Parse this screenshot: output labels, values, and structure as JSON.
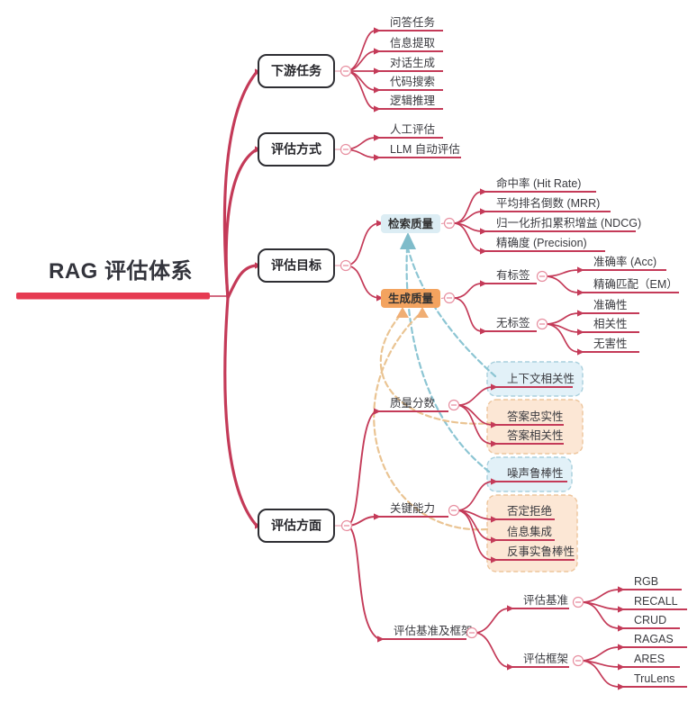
{
  "colors": {
    "branch": "#c43a58",
    "root_bar": "#e63b52",
    "teal_link": "#8cc5d3",
    "teal_arrow": "#7fbcca",
    "orange_link": "#eac493",
    "orange_arrow": "#f0ae74",
    "box_blue_fill": "#dcedf4",
    "box_orange_fill": "#f3a35f",
    "blue_group_fill": "#e2f1f8",
    "blue_group_stroke": "#a9d0dd",
    "orange_group_fill": "#fce7d5",
    "orange_group_stroke": "#edc59c",
    "badge_stroke": "#e78fa0",
    "dark_box_border": "#2e2e33"
  },
  "tree": {
    "label": "RAG 评估体系",
    "children": [
      {
        "id": "downstream-tasks",
        "label": "下游任务",
        "children": [
          {
            "id": "qa-task",
            "label": "问答任务"
          },
          {
            "id": "info-extraction",
            "label": "信息提取"
          },
          {
            "id": "dialog-generation",
            "label": "对话生成"
          },
          {
            "id": "code-search",
            "label": "代码搜索"
          },
          {
            "id": "logical-reasoning",
            "label": "逻辑推理"
          }
        ]
      },
      {
        "id": "eval-methods",
        "label": "评估方式",
        "children": [
          {
            "id": "human-eval",
            "label": "人工评估"
          },
          {
            "id": "llm-auto-eval",
            "label": "LLM 自动评估"
          }
        ]
      },
      {
        "id": "eval-targets",
        "label": "评估目标",
        "children": [
          {
            "id": "retrieval-quality",
            "label": "检索质量",
            "children": [
              {
                "id": "hit-rate",
                "label": "命中率 (Hit Rate)"
              },
              {
                "id": "mrr",
                "label": "平均排名倒数 (MRR)"
              },
              {
                "id": "ndcg",
                "label": "归一化折扣累积增益 (NDCG)"
              },
              {
                "id": "precision",
                "label": "精确度 (Precision)"
              }
            ]
          },
          {
            "id": "generation-quality",
            "label": "生成质量",
            "children": [
              {
                "id": "labeled",
                "label": "有标签",
                "children": [
                  {
                    "id": "acc",
                    "label": "准确率 (Acc)"
                  },
                  {
                    "id": "em",
                    "label": "精确匹配（EM）"
                  }
                ]
              },
              {
                "id": "unlabeled",
                "label": "无标签",
                "children": [
                  {
                    "id": "accuracy",
                    "label": "准确性"
                  },
                  {
                    "id": "relevance",
                    "label": "相关性"
                  },
                  {
                    "id": "harmlessness",
                    "label": "无害性"
                  }
                ]
              }
            ]
          }
        ]
      },
      {
        "id": "eval-aspects",
        "label": "评估方面",
        "children": [
          {
            "id": "quality-scores",
            "label": "质量分数",
            "children": [
              {
                "id": "context-relevance",
                "label": "上下文相关性"
              },
              {
                "id": "answer-faithfulness",
                "label": "答案忠实性"
              },
              {
                "id": "answer-relevance",
                "label": "答案相关性"
              }
            ]
          },
          {
            "id": "key-abilities",
            "label": "关键能力",
            "children": [
              {
                "id": "noise-robustness",
                "label": "噪声鲁棒性"
              },
              {
                "id": "negative-rejection",
                "label": "否定拒绝"
              },
              {
                "id": "info-integration",
                "label": "信息集成"
              },
              {
                "id": "counterfactual-robustness",
                "label": "反事实鲁棒性"
              }
            ]
          },
          {
            "id": "benchmarks-frameworks",
            "label": "评估基准及框架",
            "children": [
              {
                "id": "eval-benchmarks",
                "label": "评估基准",
                "children": [
                  {
                    "id": "rgb",
                    "label": "RGB"
                  },
                  {
                    "id": "recall",
                    "label": "RECALL"
                  },
                  {
                    "id": "crud",
                    "label": "CRUD"
                  }
                ]
              },
              {
                "id": "eval-frameworks",
                "label": "评估框架",
                "children": [
                  {
                    "id": "ragas",
                    "label": "RAGAS"
                  },
                  {
                    "id": "ares",
                    "label": "ARES"
                  },
                  {
                    "id": "trulens",
                    "label": "TruLens"
                  }
                ]
              }
            ]
          }
        ]
      }
    ]
  },
  "cross_links": [
    {
      "from": "context-relevance",
      "to": "retrieval-quality",
      "style": "teal"
    },
    {
      "from": "noise-robustness",
      "to": "retrieval-quality",
      "style": "teal"
    },
    {
      "from": "answer-faithfulness",
      "to": "generation-quality",
      "style": "orange"
    },
    {
      "from": "negative-rejection",
      "to": "generation-quality",
      "style": "orange"
    }
  ]
}
